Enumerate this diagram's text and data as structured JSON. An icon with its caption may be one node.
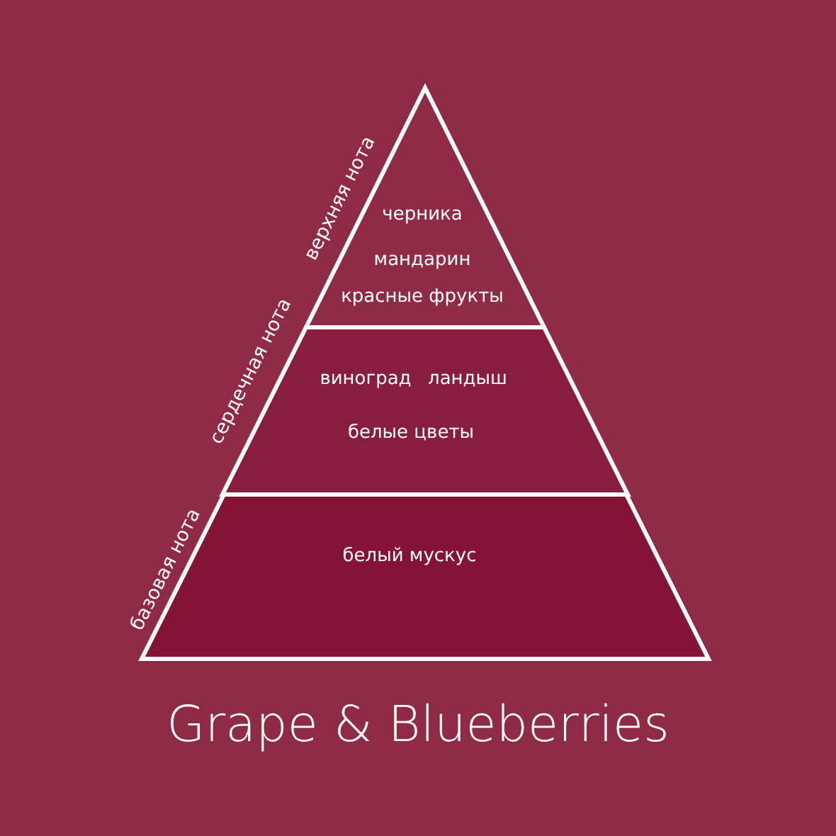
{
  "diagram": {
    "title": "Grape & Blueberries",
    "nodes": [
      {
        "text": [
          "черника",
          "мандарин",
          "красные фрукты"
        ],
        "beside": [
          "верхняя нота"
        ]
      },
      {
        "text": [
          "виноград",
          "ландыш",
          "белые цветы"
        ],
        "beside": [
          "сердечная нота"
        ]
      },
      {
        "text": [
          "белый мускус"
        ],
        "beside": [
          "базовая нота"
        ]
      }
    ],
    "edges": []
  }
}
